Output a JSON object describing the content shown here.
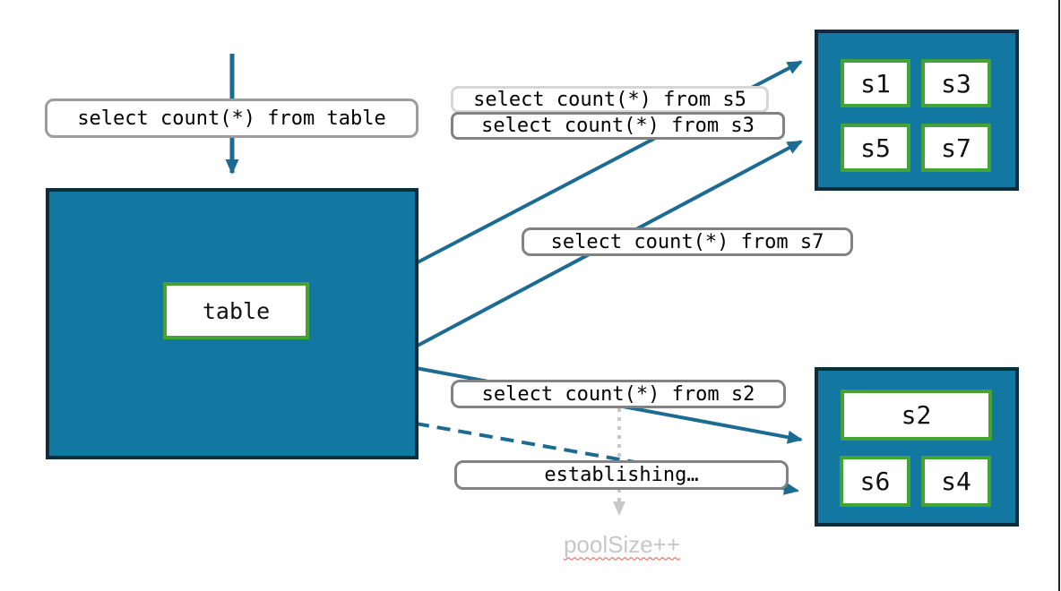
{
  "diagram": {
    "queries": {
      "table": "select count(*) from table",
      "s5": "select count(*) from s5",
      "s3": "select count(*) from s3",
      "s7": "select count(*) from s7",
      "s2": "select count(*) from s2"
    },
    "status": {
      "establishing": "establishing…",
      "pool_size": "poolSize++"
    },
    "table_node": {
      "label": "table"
    },
    "shard_groups": {
      "top": [
        "s1",
        "s3",
        "s5",
        "s7"
      ],
      "bottom": [
        "s2",
        "s6",
        "s4"
      ]
    },
    "colors": {
      "node_fill": "#1278a1",
      "node_border": "#0d2c3c",
      "shard_border": "#43a335",
      "arrow": "#1b6b92",
      "label_border_dark": "#828282",
      "label_border_light": "#d6d6d6",
      "label_border_medium": "#9c9c9c",
      "muted_text": "#c7c7c7",
      "muted_arrow": "#c9c9c9",
      "squiggle": "#e4574d"
    }
  }
}
